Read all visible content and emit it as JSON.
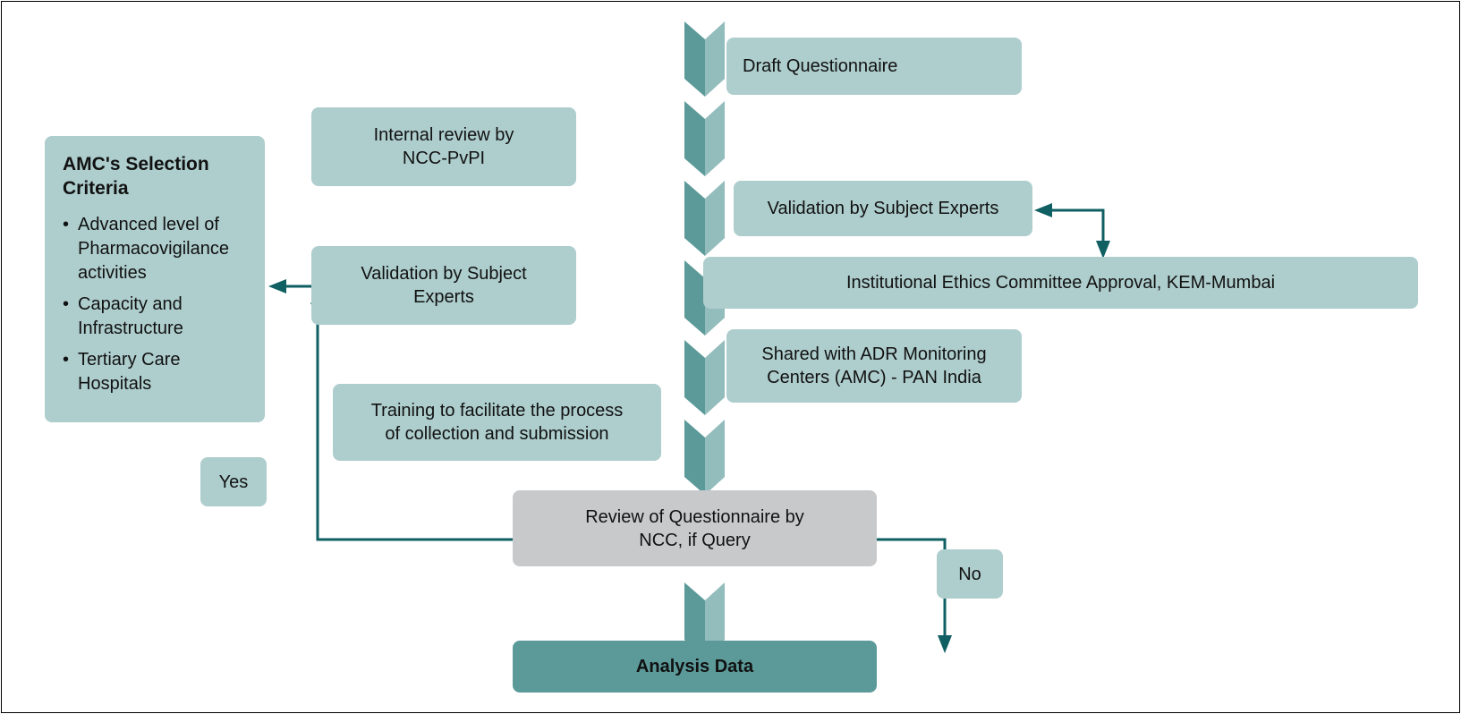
{
  "diagram": {
    "colors": {
      "box_fill": "#aecdcd",
      "review_fill": "#c8c9cb",
      "final_fill": "#5c9a9a",
      "chevron_dark": "#5c9a9a",
      "chevron_light": "#93bcbc",
      "arrow": "#0f5f63"
    },
    "steps": [
      {
        "id": "draft",
        "label": "Draft Questionnaire"
      },
      {
        "id": "internal-review",
        "label_lines": [
          "Internal review by",
          "NCC-PvPI"
        ]
      },
      {
        "id": "validation-right",
        "label": "Validation by Subject Experts"
      },
      {
        "id": "ethics",
        "label": "Institutional Ethics Committee Approval, KEM-Mumbai"
      },
      {
        "id": "validation-left",
        "label_lines": [
          "Validation by Subject",
          "Experts"
        ]
      },
      {
        "id": "shared",
        "label_lines": [
          "Shared with ADR Monitoring",
          "Centers (AMC) - PAN India"
        ]
      },
      {
        "id": "training",
        "label_lines": [
          "Training to facilitate the process",
          "of collection and submission"
        ]
      },
      {
        "id": "review",
        "label_lines": [
          "Review of Questionnaire by",
          "NCC, if Query"
        ]
      },
      {
        "id": "analysis",
        "label": "Analysis Data"
      }
    ],
    "decisions": {
      "yes": "Yes",
      "no": "No"
    },
    "criteria": {
      "title_lines": [
        "AMC's Selection",
        "Criteria"
      ],
      "bullet": "•",
      "items": [
        {
          "lines": [
            "Advanced level of",
            "Pharmacovigilance",
            "activities"
          ]
        },
        {
          "lines": [
            "Capacity and",
            "Infrastructure"
          ]
        },
        {
          "lines": [
            "Tertiary Care",
            "Hospitals"
          ]
        }
      ]
    }
  }
}
